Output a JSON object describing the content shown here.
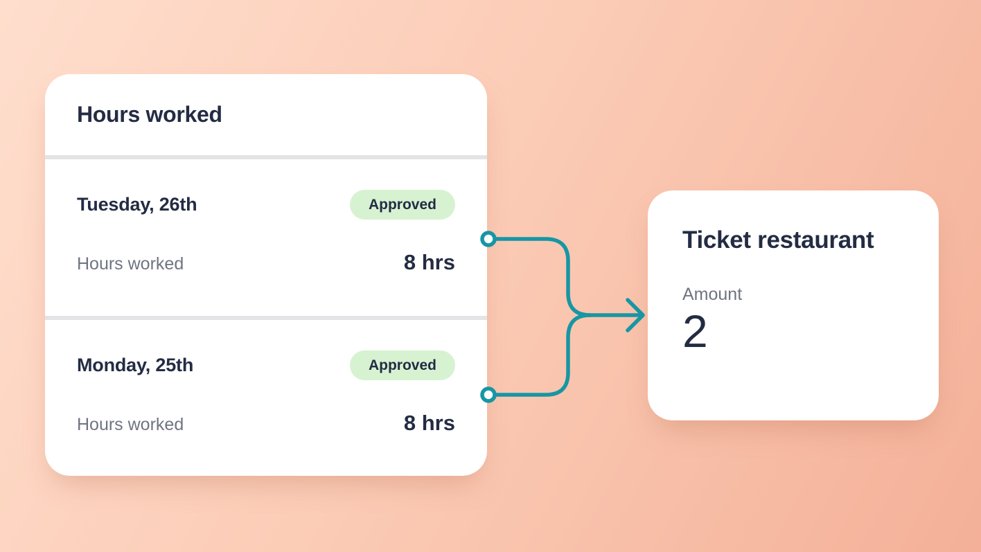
{
  "background": {
    "gradient_start": "#ffdecd",
    "gradient_end": "#f4b098"
  },
  "colors": {
    "card_bg": "#ffffff",
    "text_dark": "#232c43",
    "text_gray": "#6f7482",
    "divider": "#e4e4e7",
    "badge_bg": "#d7f2d1",
    "badge_text": "#232c43",
    "connector_teal": "#1796a4"
  },
  "hours_card": {
    "title": "Hours worked",
    "days": [
      {
        "day_label": "Tuesday, 26th",
        "status": "Approved",
        "metric_label": "Hours worked",
        "metric_value": "8 hrs"
      },
      {
        "day_label": "Monday, 25th",
        "status": "Approved",
        "metric_label": "Hours worked",
        "metric_value": "8 hrs"
      }
    ]
  },
  "ticket_card": {
    "title": "Ticket restaurant",
    "amount_label": "Amount",
    "amount_value": "2"
  },
  "connector": {
    "description": "merge-arrow from two day rows into ticket card"
  }
}
